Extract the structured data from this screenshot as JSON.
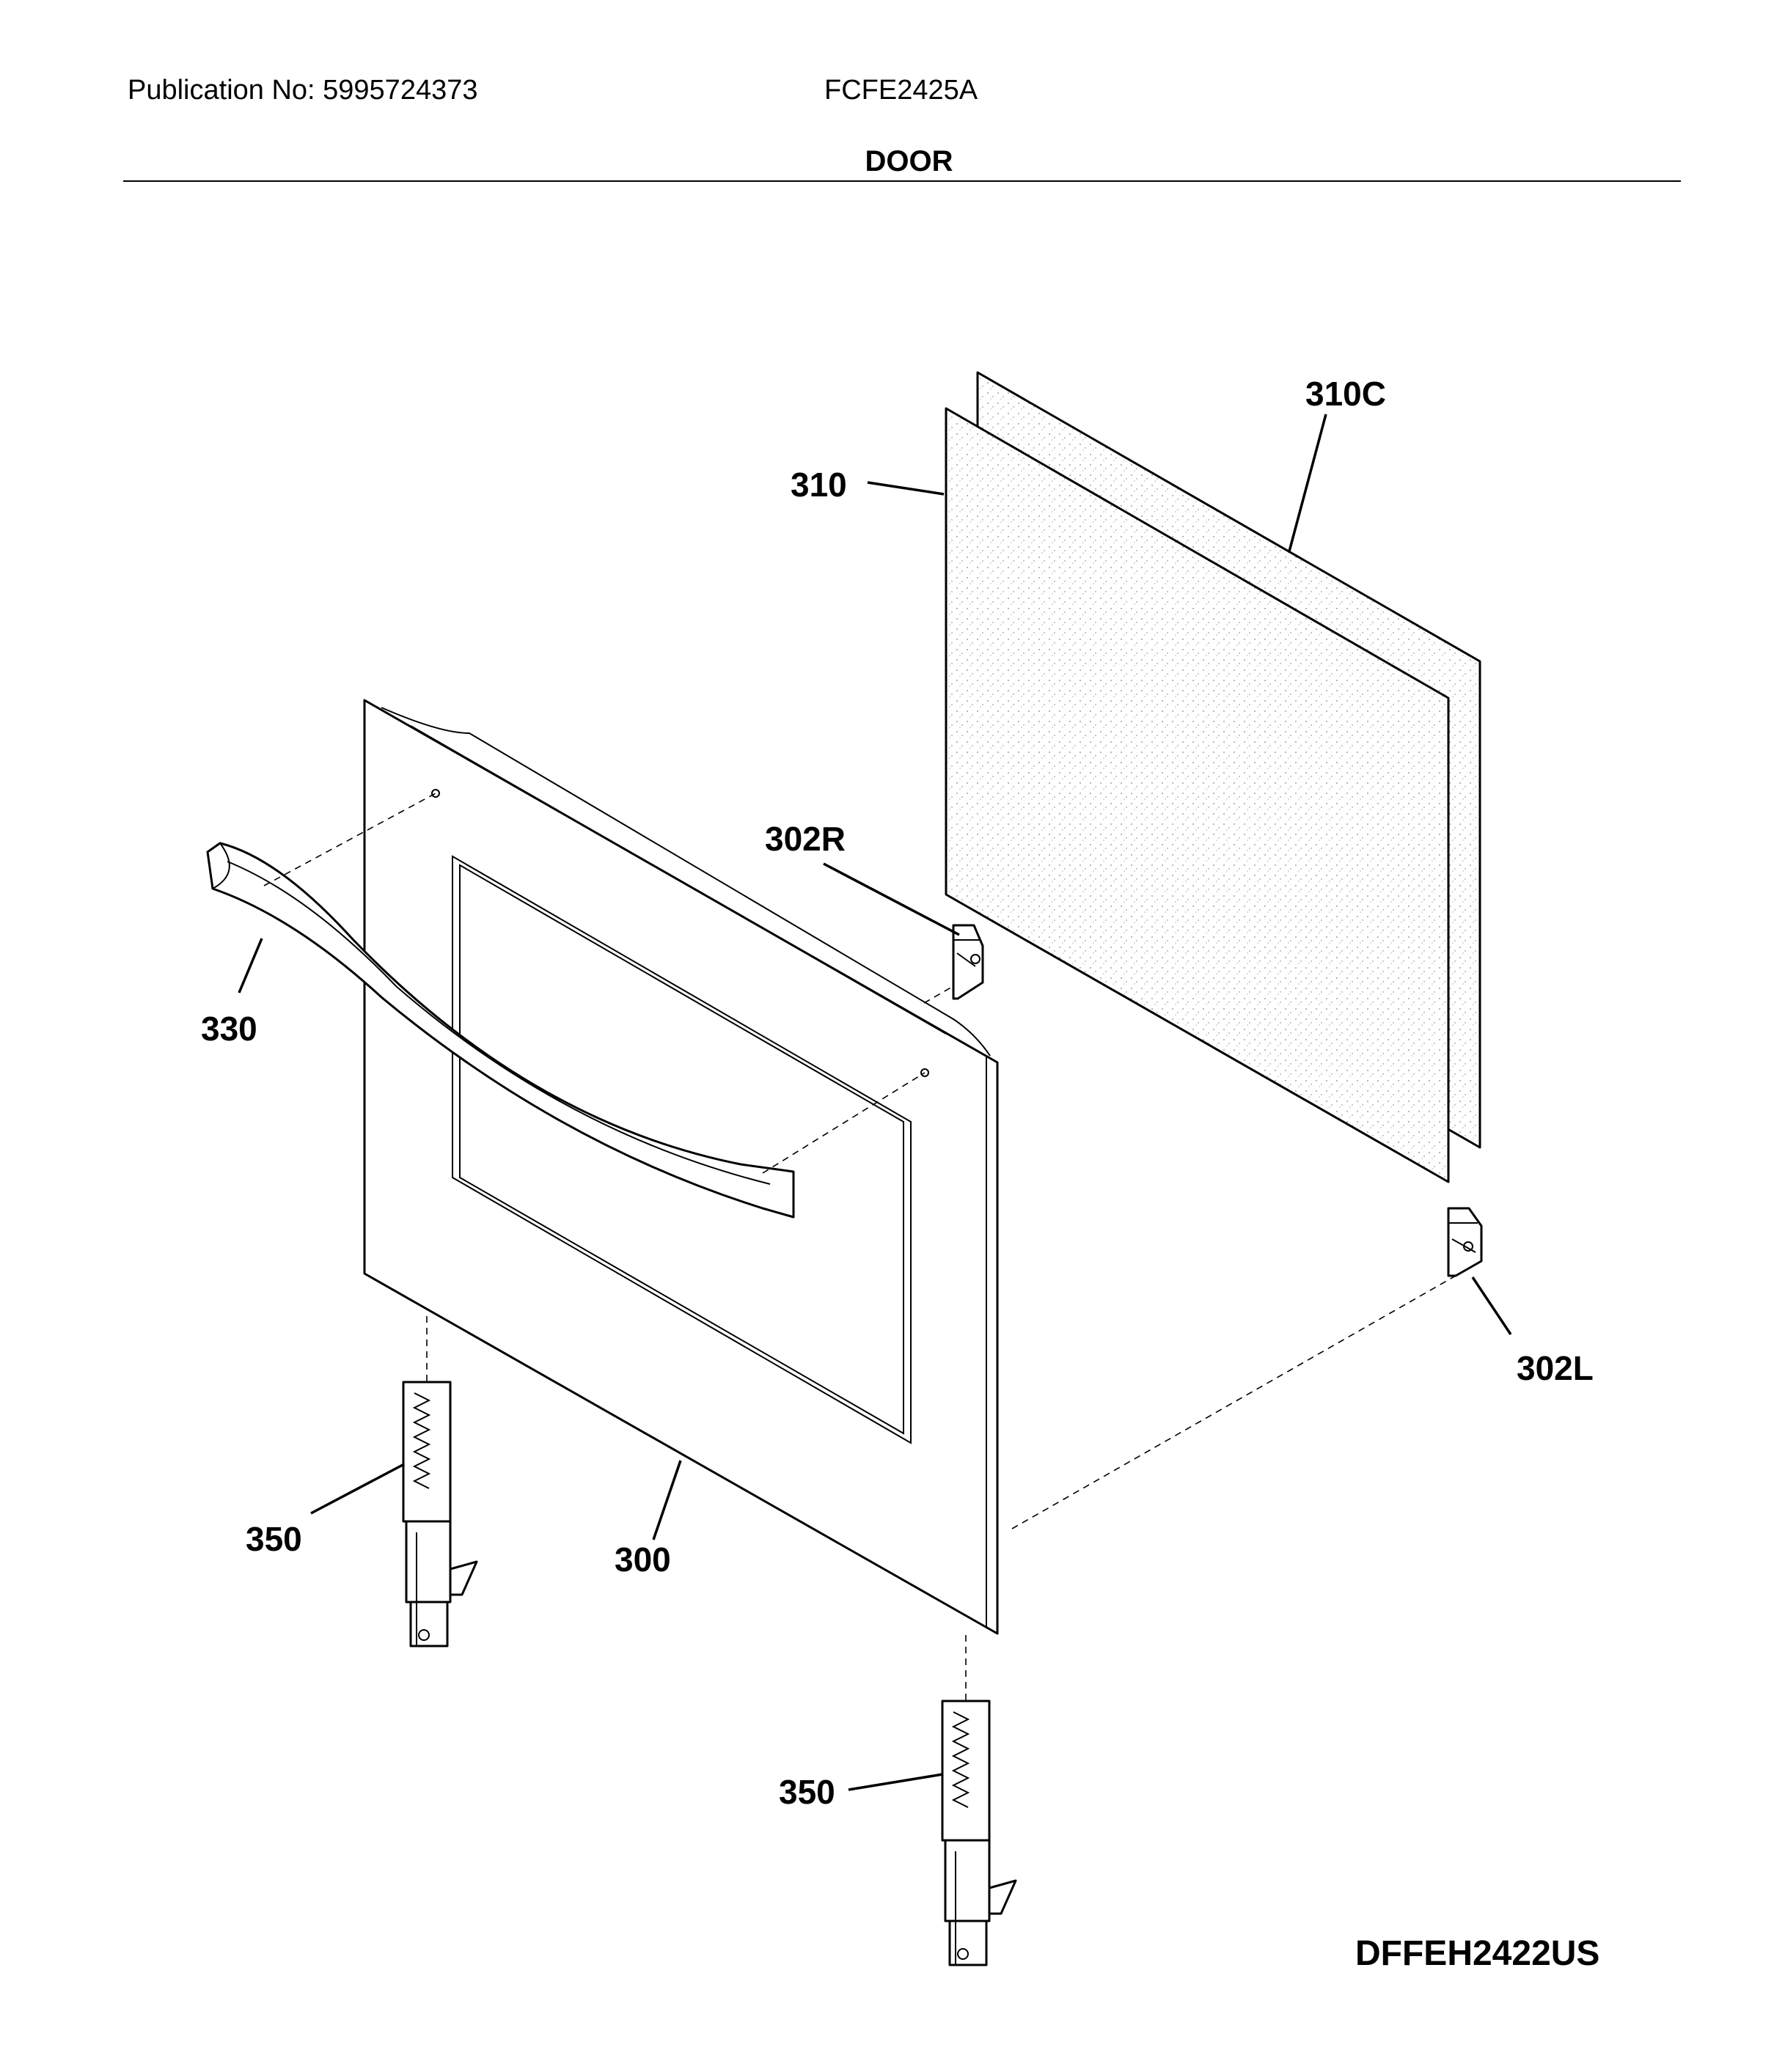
{
  "header": {
    "publication": "Publication No: 5995724373",
    "model": "FCFE2425A",
    "section": "DOOR"
  },
  "drawing_id": "DFFEH2422US",
  "callouts": {
    "glass_outer": "310C",
    "glass_inner": "310",
    "clip_right": "302R",
    "handle": "330",
    "clip_left": "302L",
    "hinge_left": "350",
    "door": "300",
    "hinge_right": "350"
  }
}
